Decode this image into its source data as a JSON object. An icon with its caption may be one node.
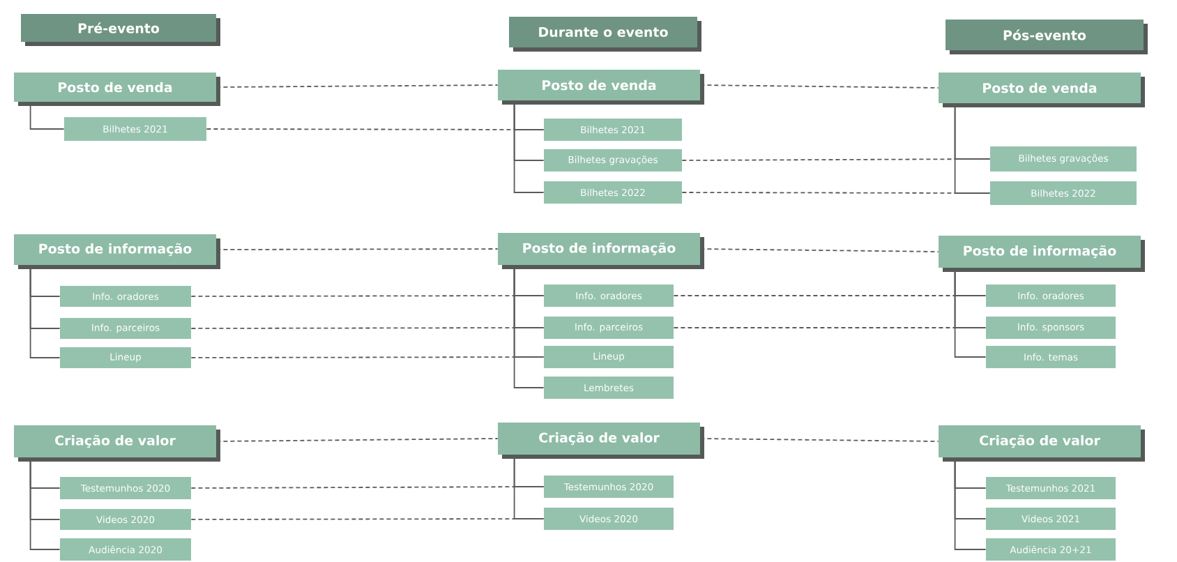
{
  "diagram": {
    "nodes": [
      {
        "text": [
          "Pré-evento"
        ]
      },
      {
        "text": [
          "Durante o evento"
        ]
      },
      {
        "text": [
          "Pós-evento"
        ]
      },
      {
        "text": [
          "Posto de venda"
        ]
      },
      {
        "text": [
          "Bilhetes 2021"
        ]
      },
      {
        "text": [
          "Posto de venda"
        ]
      },
      {
        "text": [
          "Bilhetes 2021"
        ]
      },
      {
        "text": [
          "Bilhetes gravações"
        ]
      },
      {
        "text": [
          "Bilhetes 2022"
        ]
      },
      {
        "text": [
          "Posto de venda"
        ]
      },
      {
        "text": [
          "Bilhetes gravações"
        ]
      },
      {
        "text": [
          "Bilhetes 2022"
        ]
      },
      {
        "text": [
          "Posto de informação"
        ]
      },
      {
        "text": [
          "Info. oradores"
        ]
      },
      {
        "text": [
          "Info. parceiros"
        ]
      },
      {
        "text": [
          "Lineup"
        ]
      },
      {
        "text": [
          "Posto de informação"
        ]
      },
      {
        "text": [
          "Info. oradores"
        ]
      },
      {
        "text": [
          "Info. parceiros"
        ]
      },
      {
        "text": [
          "Lineup"
        ]
      },
      {
        "text": [
          "Lembretes"
        ]
      },
      {
        "text": [
          "Posto de informação"
        ]
      },
      {
        "text": [
          "Info. oradores"
        ]
      },
      {
        "text": [
          "Info. sponsors"
        ]
      },
      {
        "text": [
          "Info. temas"
        ]
      },
      {
        "text": [
          "Criação de valor"
        ]
      },
      {
        "text": [
          "Testemunhos 2020"
        ]
      },
      {
        "text": [
          "Videos 2020"
        ]
      },
      {
        "text": [
          "Audiência 2020"
        ]
      },
      {
        "text": [
          "Criação de valor"
        ]
      },
      {
        "text": [
          "Testemunhos 2020"
        ]
      },
      {
        "text": [
          "Videos 2020"
        ]
      },
      {
        "text": [
          "Criação de valor"
        ]
      },
      {
        "text": [
          "Testemunhos 2021"
        ]
      },
      {
        "text": [
          "Videos 2021"
        ]
      },
      {
        "text": [
          "Audiência 20+21"
        ]
      }
    ],
    "edges": [
      {
        "from": 3,
        "to": 4,
        "arrow": "none"
      },
      {
        "from": 5,
        "to": 6,
        "arrow": "none"
      },
      {
        "from": 5,
        "to": 7,
        "arrow": "none"
      },
      {
        "from": 5,
        "to": 8,
        "arrow": "none"
      },
      {
        "from": 9,
        "to": 10,
        "arrow": "none"
      },
      {
        "from": 9,
        "to": 11,
        "arrow": "none"
      },
      {
        "from": 12,
        "to": 13,
        "arrow": "none"
      },
      {
        "from": 12,
        "to": 14,
        "arrow": "none"
      },
      {
        "from": 12,
        "to": 15,
        "arrow": "none"
      },
      {
        "from": 16,
        "to": 17,
        "arrow": "none"
      },
      {
        "from": 16,
        "to": 18,
        "arrow": "none"
      },
      {
        "from": 16,
        "to": 19,
        "arrow": "none"
      },
      {
        "from": 16,
        "to": 20,
        "arrow": "none"
      },
      {
        "from": 21,
        "to": 22,
        "arrow": "none"
      },
      {
        "from": 21,
        "to": 23,
        "arrow": "none"
      },
      {
        "from": 21,
        "to": 24,
        "arrow": "none"
      },
      {
        "from": 25,
        "to": 26,
        "arrow": "none"
      },
      {
        "from": 25,
        "to": 27,
        "arrow": "none"
      },
      {
        "from": 25,
        "to": 28,
        "arrow": "none"
      },
      {
        "from": 29,
        "to": 30,
        "arrow": "none"
      },
      {
        "from": 29,
        "to": 31,
        "arrow": "none"
      },
      {
        "from": 32,
        "to": 33,
        "arrow": "none"
      },
      {
        "from": 32,
        "to": 34,
        "arrow": "none"
      },
      {
        "from": 32,
        "to": 35,
        "arrow": "none"
      },
      {
        "from": 3,
        "to": 5,
        "arrow": "none",
        "style": "dashed"
      },
      {
        "from": 5,
        "to": 9,
        "arrow": "none",
        "style": "dashed"
      },
      {
        "from": 4,
        "to": 6,
        "arrow": "none",
        "style": "dashed"
      },
      {
        "from": 7,
        "to": 10,
        "arrow": "none",
        "style": "dashed"
      },
      {
        "from": 8,
        "to": 11,
        "arrow": "none",
        "style": "dashed"
      },
      {
        "from": 12,
        "to": 16,
        "arrow": "none",
        "style": "dashed"
      },
      {
        "from": 16,
        "to": 21,
        "arrow": "none",
        "style": "dashed"
      },
      {
        "from": 13,
        "to": 17,
        "arrow": "none",
        "style": "dashed"
      },
      {
        "from": 17,
        "to": 22,
        "arrow": "none",
        "style": "dashed"
      },
      {
        "from": 14,
        "to": 18,
        "arrow": "none",
        "style": "dashed"
      },
      {
        "from": 18,
        "to": 23,
        "arrow": "none",
        "style": "dashed"
      },
      {
        "from": 15,
        "to": 19,
        "arrow": "none",
        "style": "dashed"
      },
      {
        "from": 25,
        "to": 29,
        "arrow": "none",
        "style": "dashed"
      },
      {
        "from": 29,
        "to": 32,
        "arrow": "none",
        "style": "dashed"
      },
      {
        "from": 26,
        "to": 30,
        "arrow": "none",
        "style": "dashed"
      },
      {
        "from": 27,
        "to": 31,
        "arrow": "none",
        "style": "dashed"
      }
    ]
  }
}
